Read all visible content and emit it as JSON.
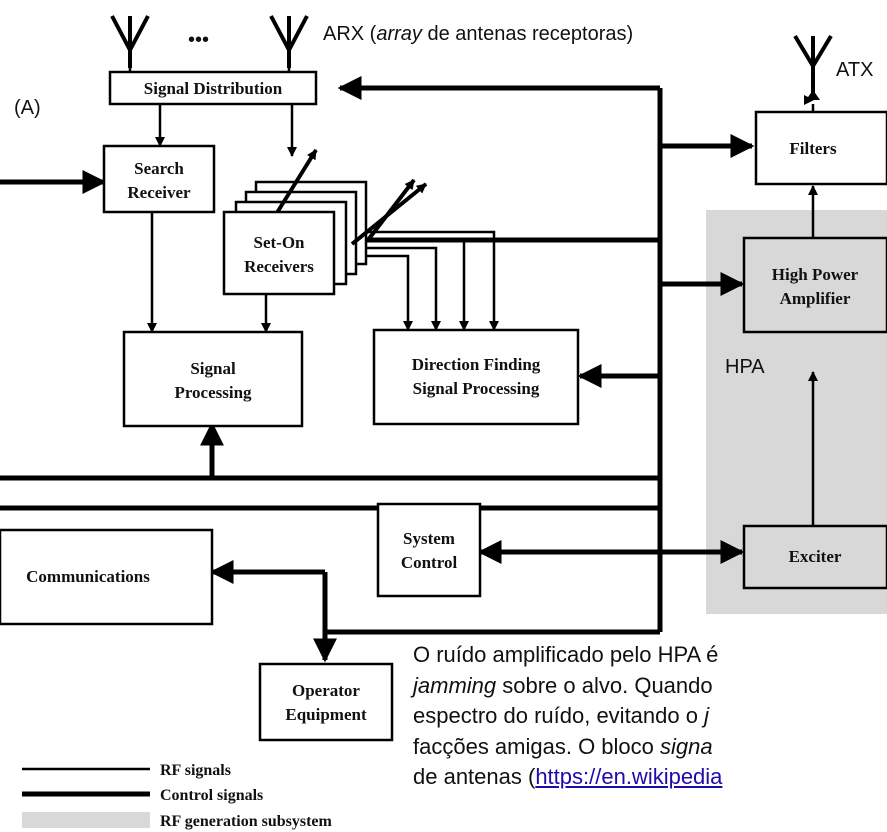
{
  "panel_label": "(A)",
  "antenna_dots": "•••",
  "arx_label": {
    "prefix": "ARX (",
    "italic": "array",
    "suffix": " de antenas receptoras)"
  },
  "atx_label": "ATX",
  "hpa_label": "HPA",
  "blocks": {
    "signal_distribution": [
      "Signal Distribution"
    ],
    "search_receiver": [
      "Search",
      "Receiver"
    ],
    "set_on_receivers": [
      "Set-On",
      "Receivers"
    ],
    "signal_processing": [
      "Signal",
      "Processing"
    ],
    "df_signal_processing": [
      "Direction Finding",
      "Signal Processing"
    ],
    "filters": [
      "Filters"
    ],
    "hpa": [
      "High Power",
      "Amplifier"
    ],
    "system_control": [
      "System",
      "Control"
    ],
    "exciter": [
      "Exciter"
    ],
    "communications": [
      "Communications"
    ],
    "operator_equipment": [
      "Operator",
      "Equipment"
    ]
  },
  "legend": {
    "rf": "RF signals",
    "control": "Control signals",
    "rf_gen": "RF generation subsystem"
  },
  "paragraph": {
    "line1": "O ruído amplificado pelo HPA é",
    "line2_italic": "jamming",
    "line2_rest": " sobre o alvo. Quando",
    "line3_a": "espectro do ruído, evitando o ",
    "line3_italic": "j",
    "line4_a": "facções amigas.  O bloco ",
    "line4_italic": "signa",
    "line5_a": "de antenas (",
    "line5_link": "https://en.wikipedia"
  },
  "colors": {
    "subsystem_fill": "#d8d8d8",
    "link": "#1a0dab"
  }
}
